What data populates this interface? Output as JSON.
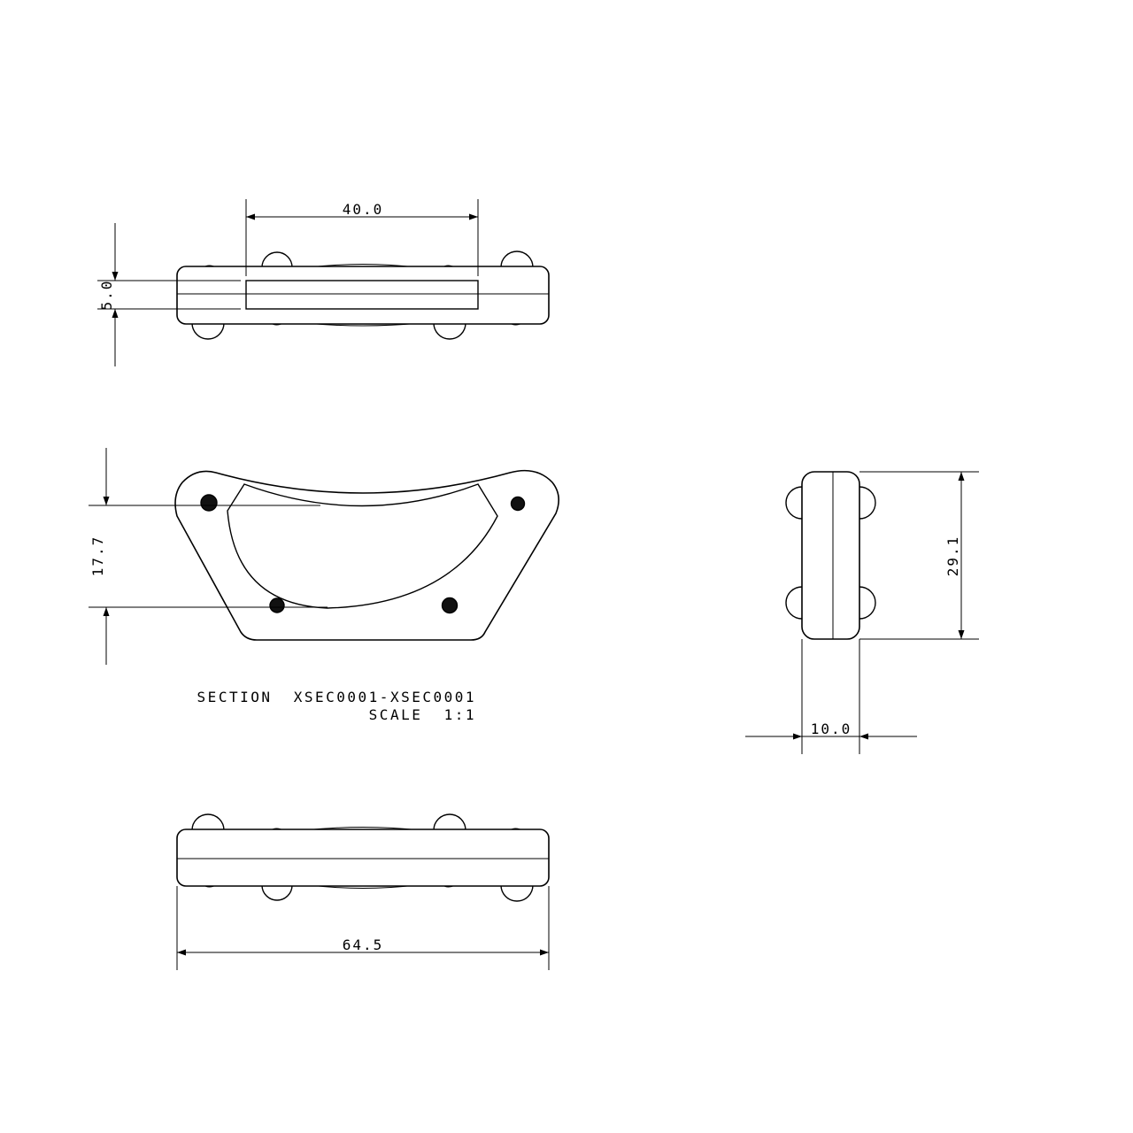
{
  "dimensions": {
    "top_width": "40.0",
    "top_thickness": "5.0",
    "section_height": "17.7",
    "side_height": "29.1",
    "side_thickness": "10.0",
    "bottom_width": "64.5"
  },
  "caption": {
    "line1": "SECTION  XSEC0001-XSEC0001",
    "line2": "SCALE  1:1"
  }
}
